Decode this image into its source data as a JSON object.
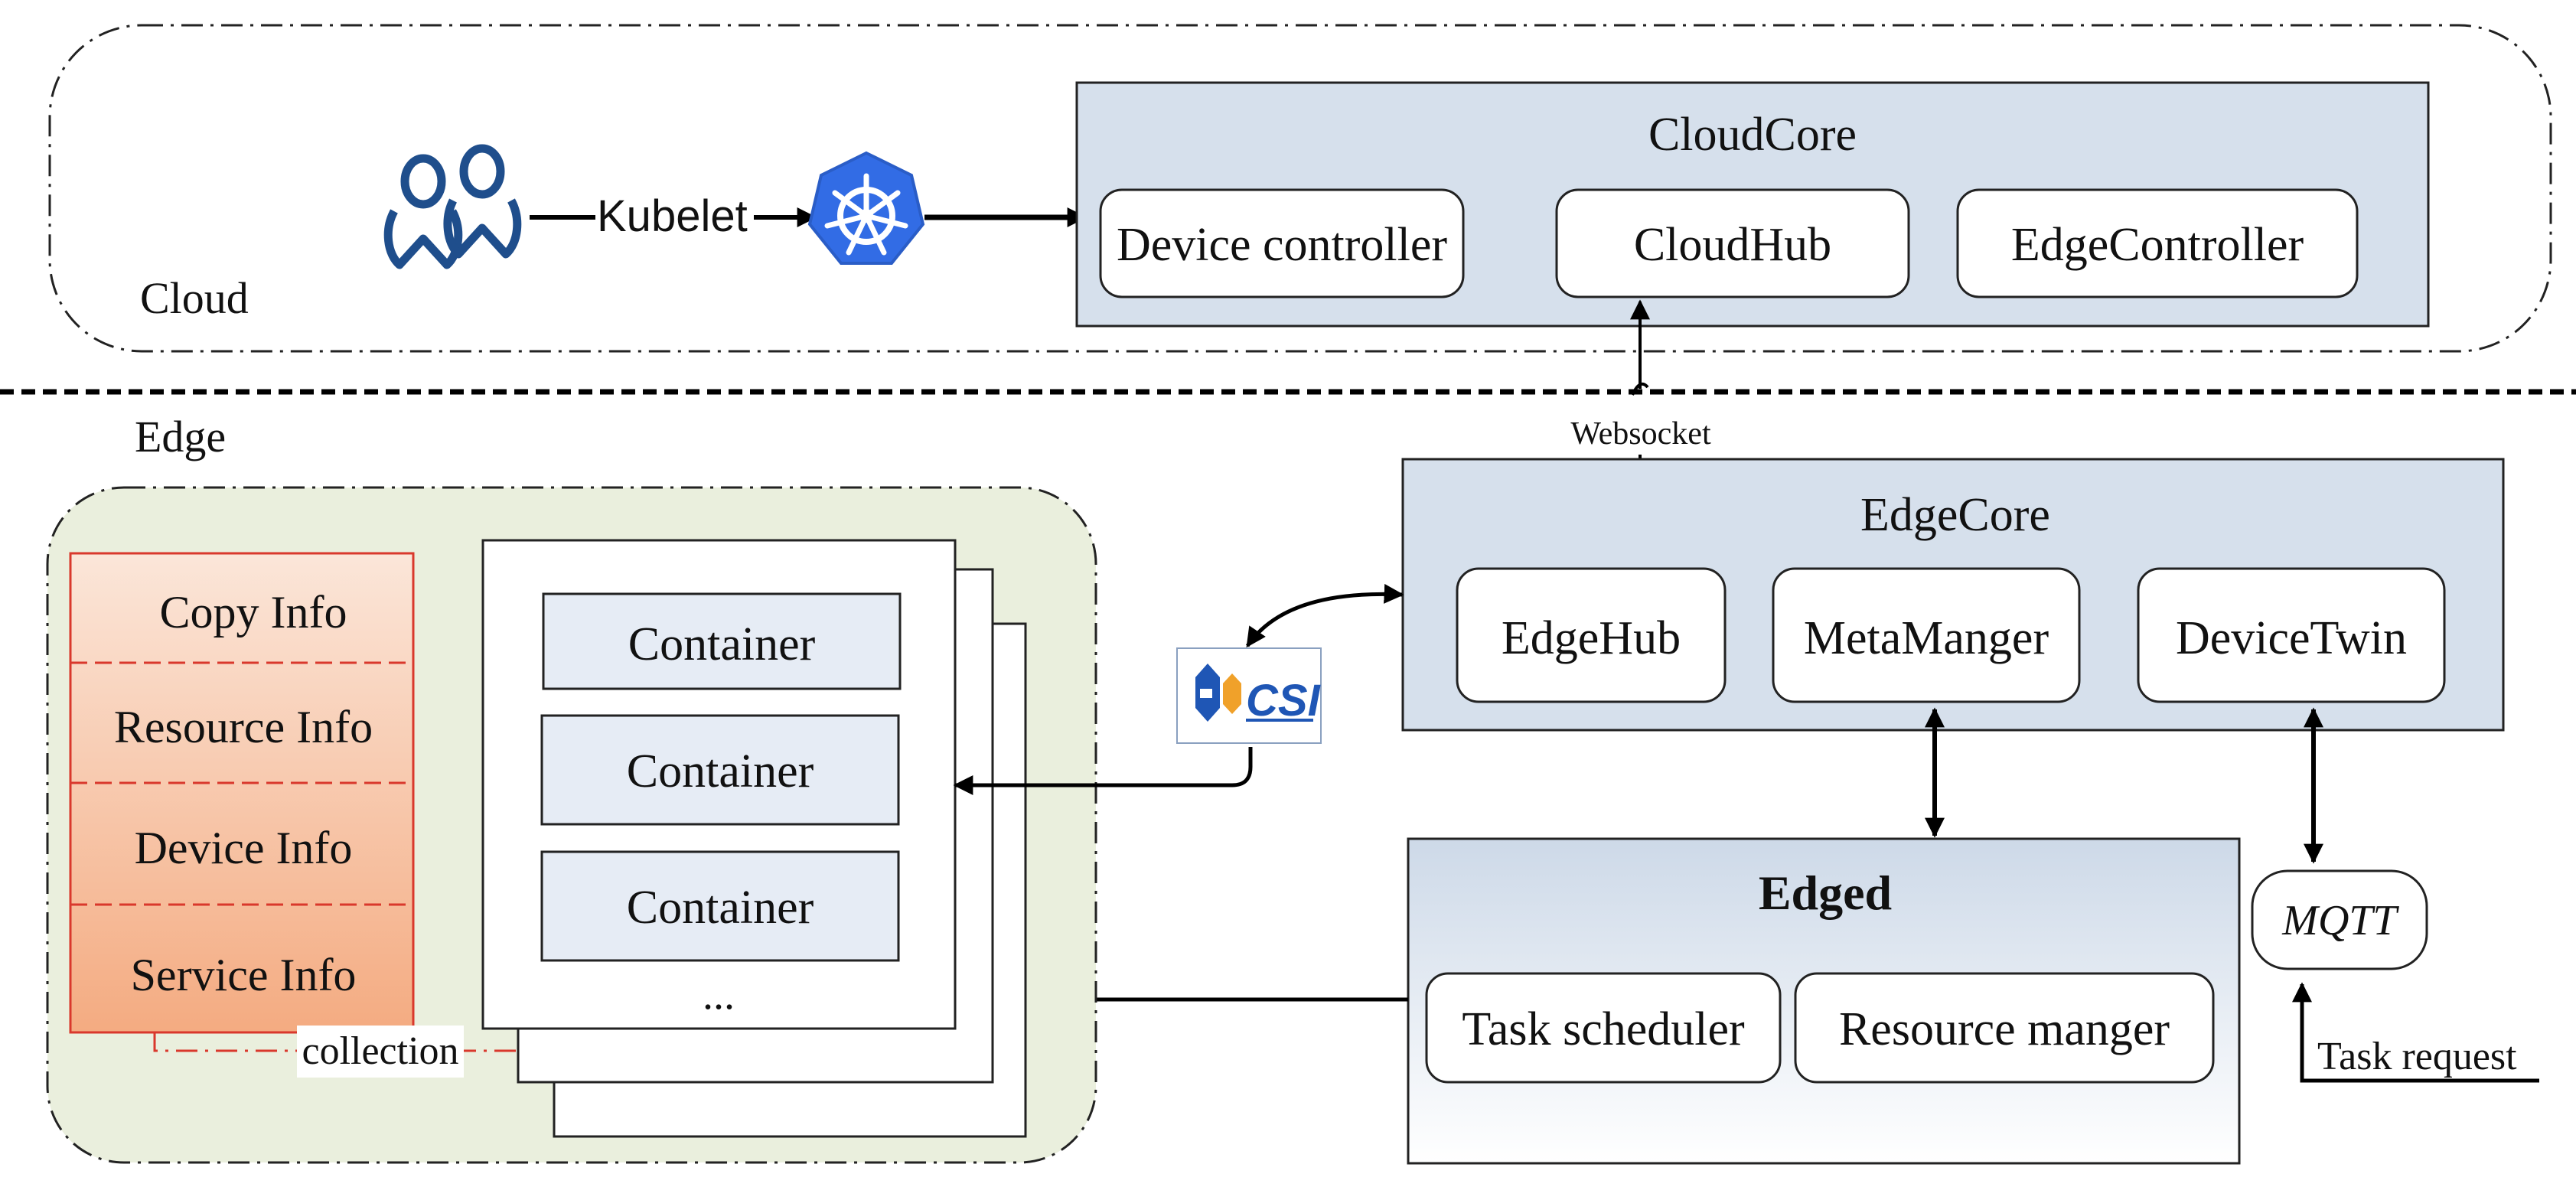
{
  "colors": {
    "core_box_fill": "#d6e0ec",
    "edge_region_fill": "#eaefdd",
    "info_stack_border": "#d9382c",
    "info_stack_top": "#fbe6d9",
    "info_stack_bottom": "#f4ab81",
    "container_fill": "#e6ecf5",
    "k8s_blue": "#326ce5",
    "users_blue": "#1f4e8c"
  },
  "icons": {
    "users": "users-icon",
    "kubernetes": "kubernetes-helm-icon",
    "csi": "csi-logo"
  },
  "cloud": {
    "region_label": "Cloud",
    "kubelet_label": "Kubelet",
    "cloudcore": {
      "title": "CloudCore",
      "modules": [
        "Device controller",
        "CloudHub",
        "EdgeController"
      ]
    }
  },
  "edge": {
    "region_label": "Edge",
    "websocket_label": "Websocket",
    "edgecore": {
      "title": "EdgeCore",
      "modules": [
        "EdgeHub",
        "MetaManger",
        "DeviceTwin"
      ]
    },
    "edged": {
      "title": "Edged",
      "modules": [
        "Task scheduler",
        "Resource manger"
      ]
    },
    "info_stack": [
      "Copy Info",
      "Resource Info",
      "Device Info",
      "Service Info"
    ],
    "collection_label": "collection",
    "containers": [
      "Container",
      "Container",
      "Container"
    ],
    "containers_more": "...",
    "mqtt_label": "MQTT",
    "task_request_label": "Task request",
    "csi_text": "CSI"
  }
}
